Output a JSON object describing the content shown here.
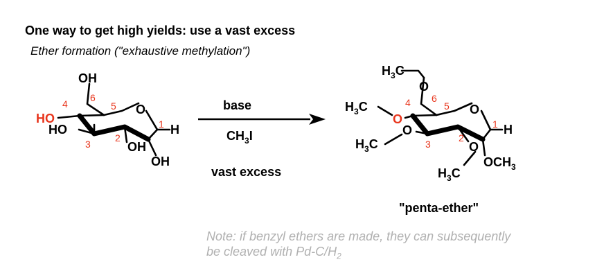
{
  "heading": "One way to get high yields: use a vast excess",
  "subheading": "Ether formation (\"exhaustive methylation\")",
  "reactant": {
    "labels": {
      "oh_top": "OH",
      "ho_c4": "HO",
      "ho_c3": "HO",
      "oh_c2": "OH",
      "oh_c1": "OH",
      "ring_o": "O",
      "h_c1": "H"
    },
    "numbers": {
      "c6": "6",
      "c5": "5",
      "c4": "4",
      "c3": "3",
      "c2": "2",
      "c1": "1"
    }
  },
  "conditions": {
    "reagent1": "base",
    "reagent2_prefix": "CH",
    "reagent2_sub": "3",
    "reagent2_suffix": "I",
    "note": "vast excess"
  },
  "product": {
    "labels": {
      "h3c": "H",
      "three": "3",
      "c": "C",
      "o": "O",
      "h": "H",
      "och": "OCH",
      "sub3": "3"
    },
    "numbers": {
      "c6": "6",
      "c5": "5",
      "c4": "4",
      "c3": "3",
      "c2": "2",
      "c1": "1"
    },
    "name": "\"penta-ether\""
  },
  "footnote": {
    "line1": "Note: if benzyl ethers are made, they can subsequently",
    "line2_prefix": "be cleaved with Pd-C/H",
    "line2_sub": "2"
  },
  "colors": {
    "highlight": "#e8351c",
    "number": "#e8351c",
    "note": "#b0b0b0"
  }
}
